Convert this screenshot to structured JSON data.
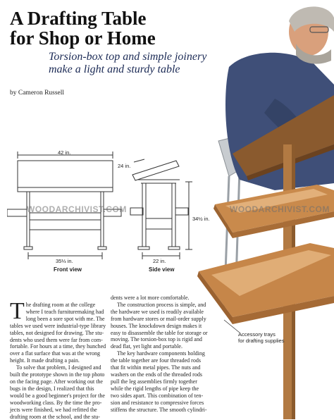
{
  "header": {
    "title_line1": "A Drafting Table",
    "title_line2": "for Shop or Home",
    "subtitle_line1": "Torsion-box top and simple joinery",
    "subtitle_line2": "make a light and sturdy table",
    "byline": "by Cameron Russell"
  },
  "diagrams": {
    "front_view": {
      "label": "Front view",
      "width_dim": "42 in.",
      "base_dim": "35⅓ in."
    },
    "side_view": {
      "label": "Side view",
      "top_dim": "24 in.",
      "height_dim": "34½ in.",
      "base_dim": "22 in."
    }
  },
  "watermarks": [
    "WOODARCHIVIST.COM",
    "WOODARCHIVIST.COM"
  ],
  "caption": {
    "line1": "Accessory trays",
    "line2": "for drafting supplies"
  },
  "article": {
    "col1": [
      "he drafting room at the college",
      "where I teach furnituremaking had",
      "long been a sore spot with me. The",
      "tables we used were industrial-type library",
      "tables, not designed for drawing. The stu-",
      "dents who used them were far from com-",
      "fortable. For hours at a time, they hunched",
      "over a flat surface that was at the wrong",
      "height. It made drafting a pain.",
      "To solve that problem, I designed and",
      "built the prototype shown in the top photo",
      "on the facing page. After working out the",
      "bugs in the design, I realized that this",
      "would be a good beginner's project for the",
      "woodworking class. By the time the pro-",
      "jects were finished, we had refitted the",
      "drafting room at the school, and the stu-"
    ],
    "dropcap": "T",
    "col2": [
      "dents were a lot more comfortable.",
      "The construction process is simple, and",
      "the hardware we used is readily available",
      "from hardware stores or mail-order supply",
      "houses. The knockdown design makes it",
      "easy to disassemble the table for storage or",
      "moving. The torsion-box top is rigid and",
      "dead flat, yet light and portable.",
      "The key hardware components holding",
      "the table together are four threaded rods",
      "that fit within metal pipes. The nuts and",
      "washers on the ends of the threaded rods",
      "pull the leg assemblies firmly together",
      "while the rigid lengths of pipe keep the",
      "two sides apart. This combination of ten-",
      "sion and resistance to compressive forces",
      "stiffens the structure. The smooth cylindri-"
    ]
  }
}
